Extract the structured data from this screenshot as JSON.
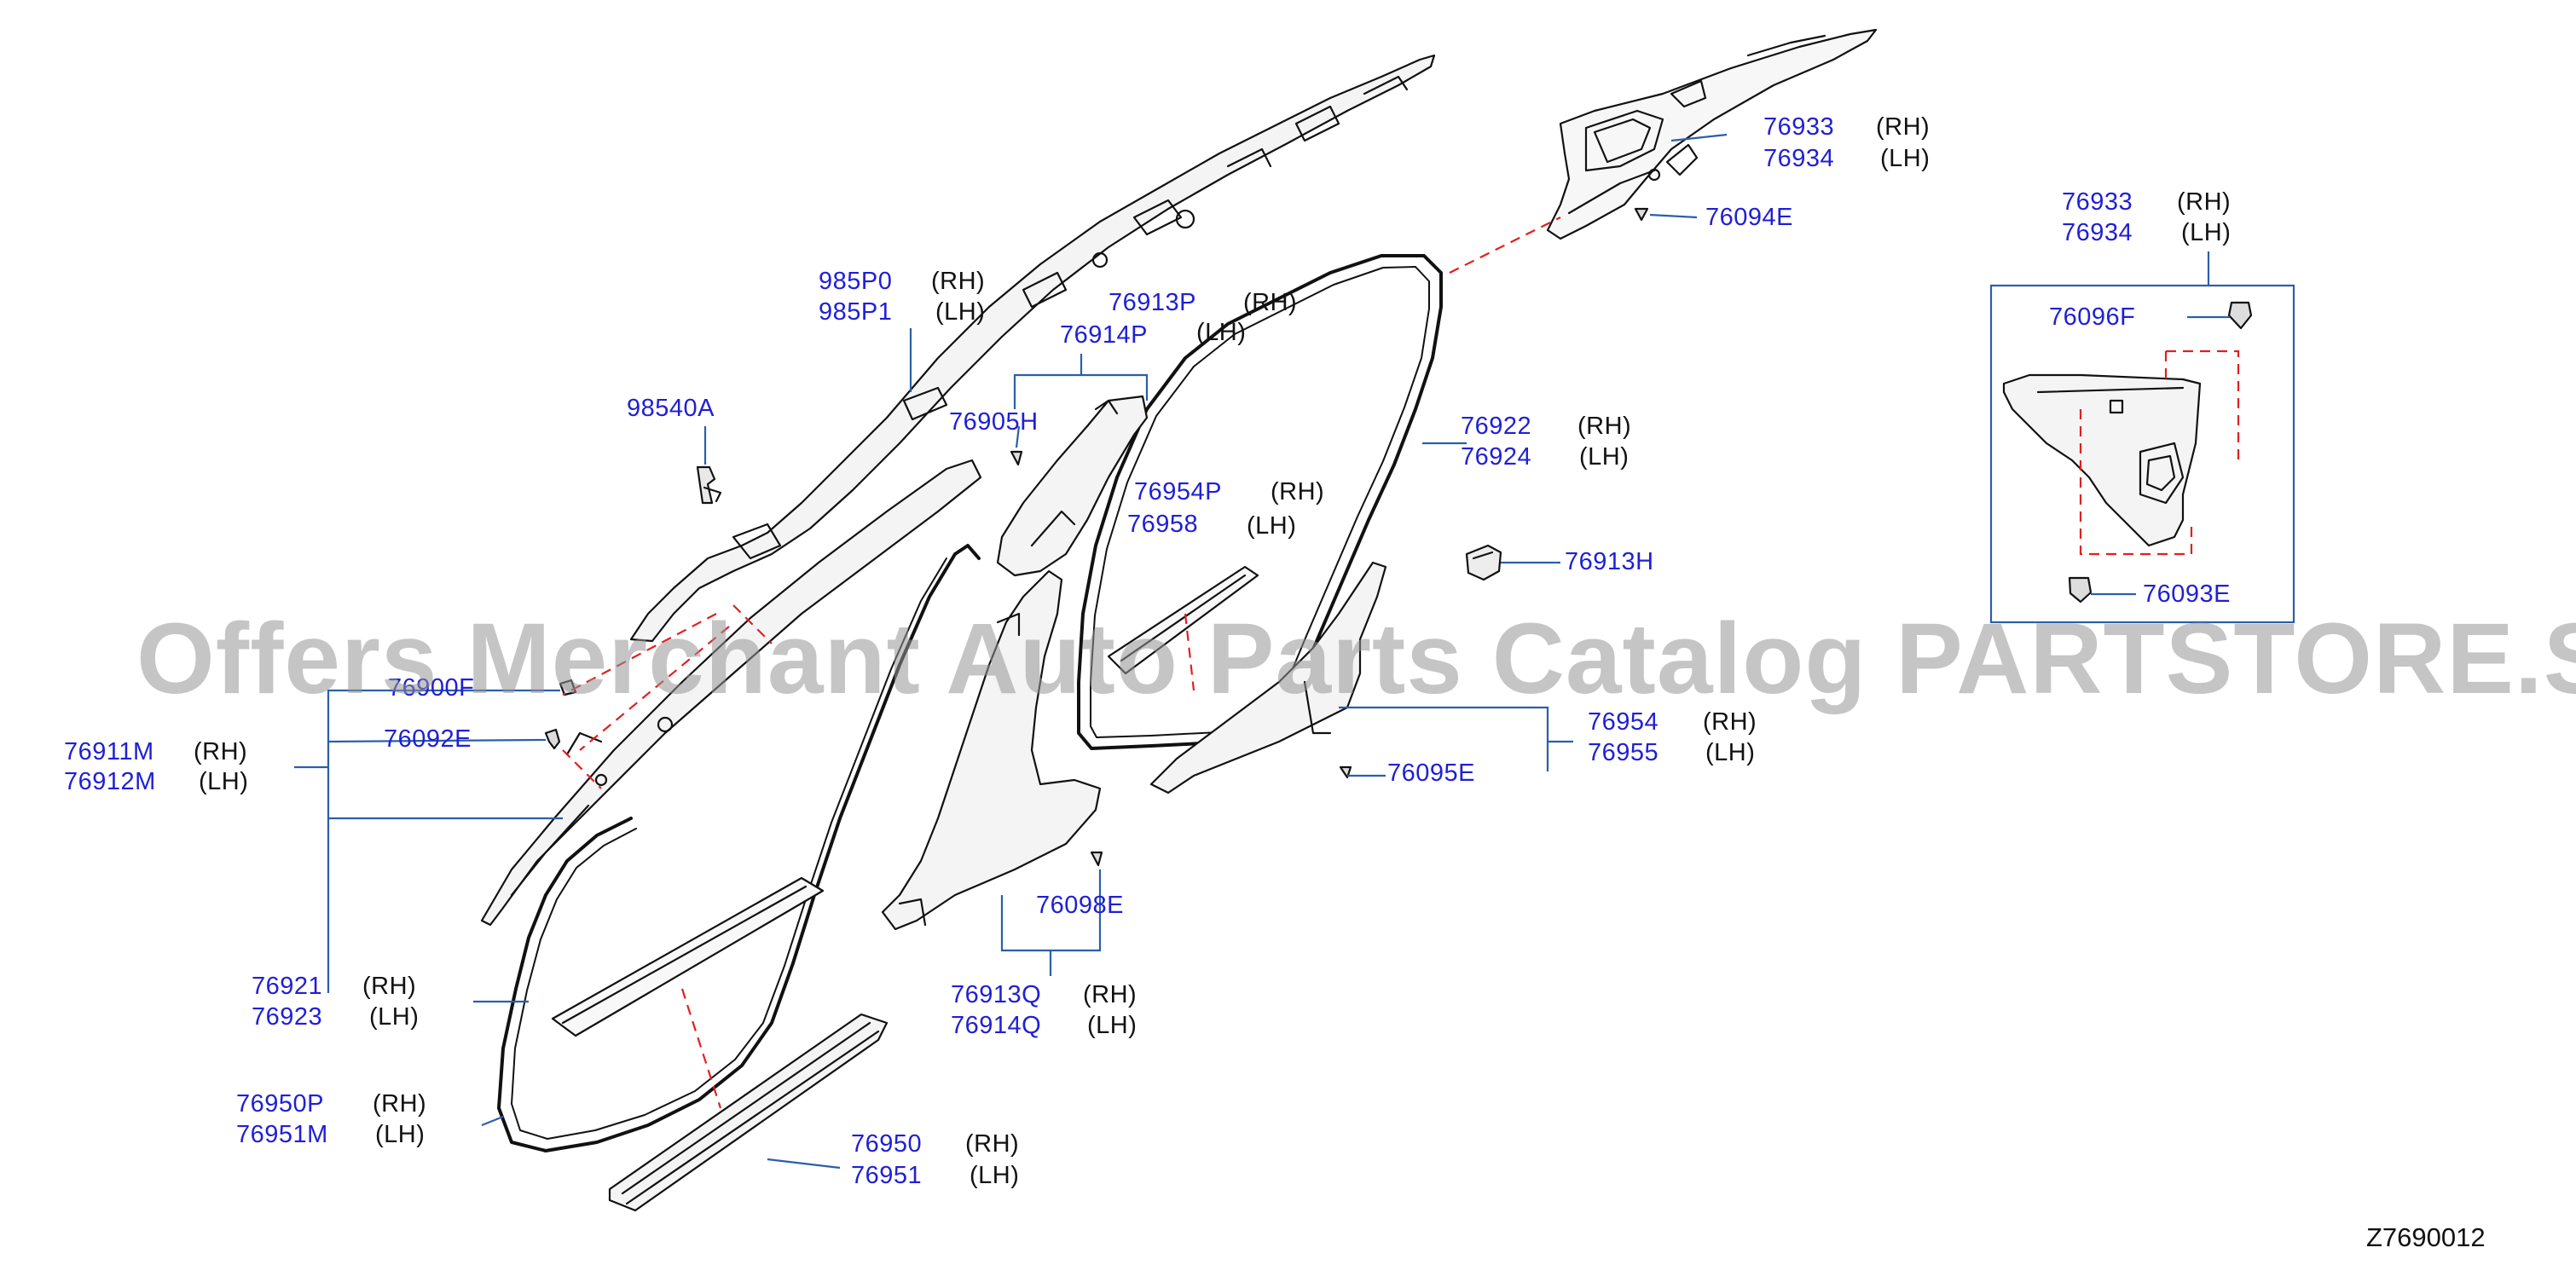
{
  "colors": {
    "part_number": "#1f1fd6",
    "leader": "#2b5fa8",
    "dashed": "#e02020",
    "ink": "#111111",
    "watermark": "#969696"
  },
  "watermark": "Offers Merchant Auto Parts Catalog PARTSTORE.SA",
  "diagram_code": "Z7690012",
  "labels": {
    "p76933_top": "76933",
    "p76933_top_side": "(RH)",
    "p76934_top": "76934",
    "p76934_top_side": "(LH)",
    "p76094E": "76094E",
    "p985P0": "985P0",
    "p985P0_side": "(RH)",
    "p985P1": "985P1",
    "p985P1_side": "(LH)",
    "p76913P": "76913P",
    "p76913P_side": "(RH)",
    "p76914P": "76914P",
    "p76914P_side": "(LH)",
    "p98540A": "98540A",
    "p76905H": "76905H",
    "p76922": "76922",
    "p76922_side": "(RH)",
    "p76924": "76924",
    "p76924_side": "(LH)",
    "p76954P": "76954P",
    "p76954P_side": "(RH)",
    "p76958": "76958",
    "p76958_side": "(LH)",
    "p76913H": "76913H",
    "p76900F": "76900F",
    "p76092E": "76092E",
    "p76911M": "76911M",
    "p76911M_side": "(RH)",
    "p76912M": "76912M",
    "p76912M_side": "(LH)",
    "p76954": "76954",
    "p76954_side": "(RH)",
    "p76955": "76955",
    "p76955_side": "(LH)",
    "p76095E": "76095E",
    "p76098E": "76098E",
    "p76913Q": "76913Q",
    "p76913Q_side": "(RH)",
    "p76914Q": "76914Q",
    "p76914Q_side": "(LH)",
    "p76921": "76921",
    "p76921_side": "(RH)",
    "p76923": "76923",
    "p76923_side": "(LH)",
    "p76950P": "76950P",
    "p76950P_side": "(RH)",
    "p76951M": "76951M",
    "p76951M_side": "(LH)",
    "p76950": "76950",
    "p76950_side": "(RH)",
    "p76951": "76951",
    "p76951_side": "(LH)",
    "inset_76933": "76933",
    "inset_76933_side": "(RH)",
    "inset_76934": "76934",
    "inset_76934_side": "(LH)",
    "inset_76096F": "76096F",
    "inset_76093E": "76093E"
  }
}
